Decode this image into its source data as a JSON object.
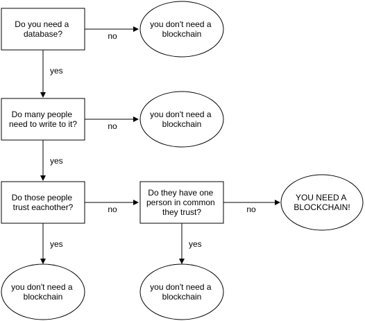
{
  "nodes": {
    "q1": {
      "lines": [
        "Do you need a",
        "database?"
      ]
    },
    "q2": {
      "lines": [
        "Do many people",
        "need to write to it?"
      ]
    },
    "q3": {
      "lines": [
        "Do those people",
        "trust eachother?"
      ]
    },
    "q4": {
      "lines": [
        "Do they have one",
        "person in common",
        "they trust?"
      ]
    },
    "r1": {
      "lines": [
        "you don't need a",
        "blockchain"
      ]
    },
    "r2": {
      "lines": [
        "you don't need a",
        "blockchain"
      ]
    },
    "r3": {
      "lines": [
        "you don't need a",
        "blockchain"
      ]
    },
    "r4": {
      "lines": [
        "you don't need a",
        "blockchain"
      ]
    },
    "r5": {
      "lines": [
        "YOU NEED A",
        "BLOCKCHAIN!"
      ]
    }
  },
  "edges": {
    "q1_r1": "no",
    "q1_q2": "yes",
    "q2_r2": "no",
    "q2_q3": "yes",
    "q3_q4": "no",
    "q3_r3": "yes",
    "q4_r5": "no",
    "q4_r4": "yes"
  }
}
